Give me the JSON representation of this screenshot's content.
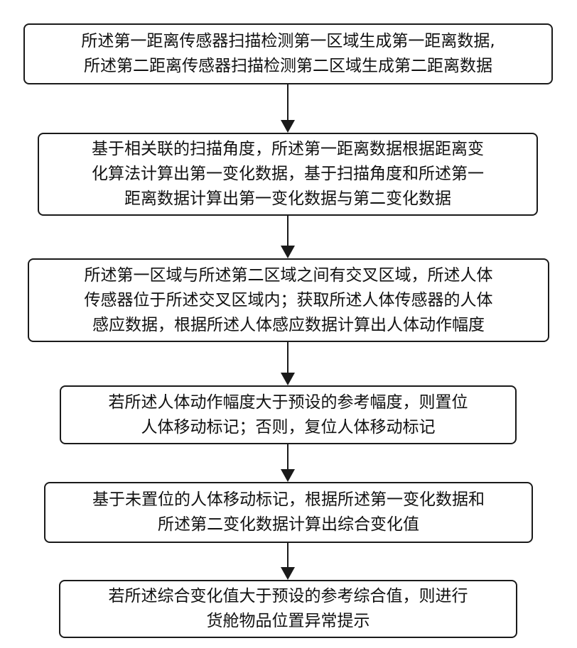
{
  "steps": [
    {
      "lines": [
        "所述第一距离传感器扫描检测第一区域生成第一距离数据,",
        "所述第二距离传感器扫描检测第二区域生成第二距离数据"
      ]
    },
    {
      "lines": [
        "基于相关联的扫描角度，所述第一距离数据根据距离变",
        "化算法计算出第一变化数据，基于扫描角度和所述第一",
        "距离数据计算出第一变化数据与第二变化数据"
      ]
    },
    {
      "lines": [
        "所述第一区域与所述第二区域之间有交叉区域，所述人体",
        "传感器位于所述交叉区域内；获取所述人体传感器的人体",
        "感应数据，根据所述人体感应数据计算出人体动作幅度"
      ]
    },
    {
      "lines": [
        "若所述人体动作幅度大于预设的参考幅度，则置位",
        "人体移动标记；否则，复位人体移动标记"
      ]
    },
    {
      "lines": [
        "基于未置位的人体移动标记，根据所述第一变化数据和",
        "所述第二变化数据计算出综合变化值"
      ]
    },
    {
      "lines": [
        "若所述综合变化值大于预设的参考综合值，则进行",
        "货舱物品位置异常提示"
      ]
    }
  ]
}
